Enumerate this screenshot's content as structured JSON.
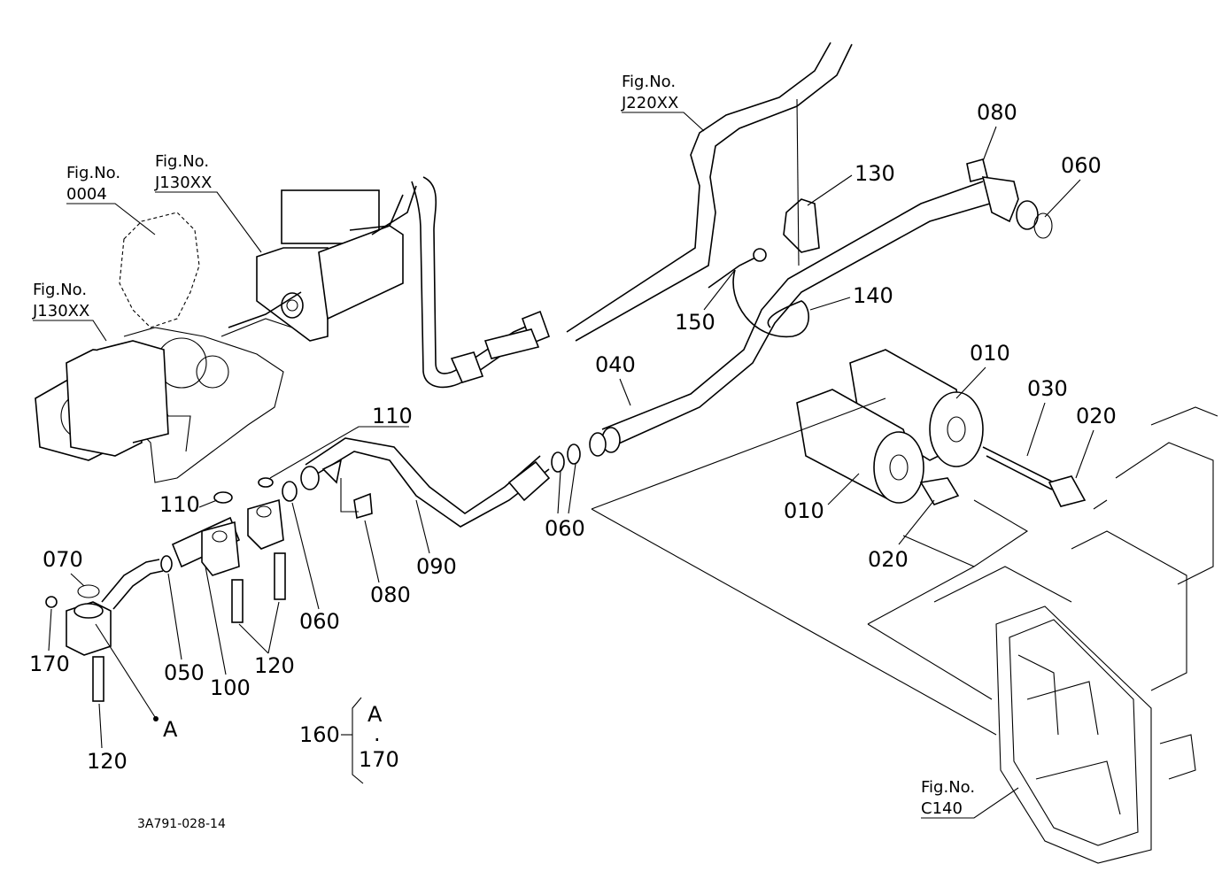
{
  "figure_refs": [
    {
      "id": "ref-0004",
      "line1": "Fig.No.",
      "line2": "0004"
    },
    {
      "id": "ref-j130-a",
      "line1": "Fig.No.",
      "line2": "J130XX"
    },
    {
      "id": "ref-j130-b",
      "line1": "Fig.No.",
      "line2": "J130XX"
    },
    {
      "id": "ref-j220",
      "line1": "Fig.No.",
      "line2": "J220XX"
    },
    {
      "id": "ref-c140",
      "line1": "Fig.No.",
      "line2": "C140"
    }
  ],
  "part_numbers": {
    "p080_top": "080",
    "p060_top": "060",
    "p130": "130",
    "p140": "140",
    "p150": "150",
    "p040": "040",
    "p110_right": "110",
    "p110_left": "110",
    "p010_right": "010",
    "p030": "030",
    "p020_right": "020",
    "p010_left": "010",
    "p020_mid": "020",
    "p060_mid": "060",
    "p070": "070",
    "p170": "170",
    "p050": "050",
    "p100": "100",
    "p120_mid": "120",
    "p060_low": "060",
    "p080_low": "080",
    "p090": "090",
    "p120_low": "120"
  },
  "callout_a": {
    "label": "A"
  },
  "kit_legend": {
    "number": "160",
    "letter": "A",
    "dot": ".",
    "part": "170"
  },
  "drawing_code": "3A791-028-14"
}
